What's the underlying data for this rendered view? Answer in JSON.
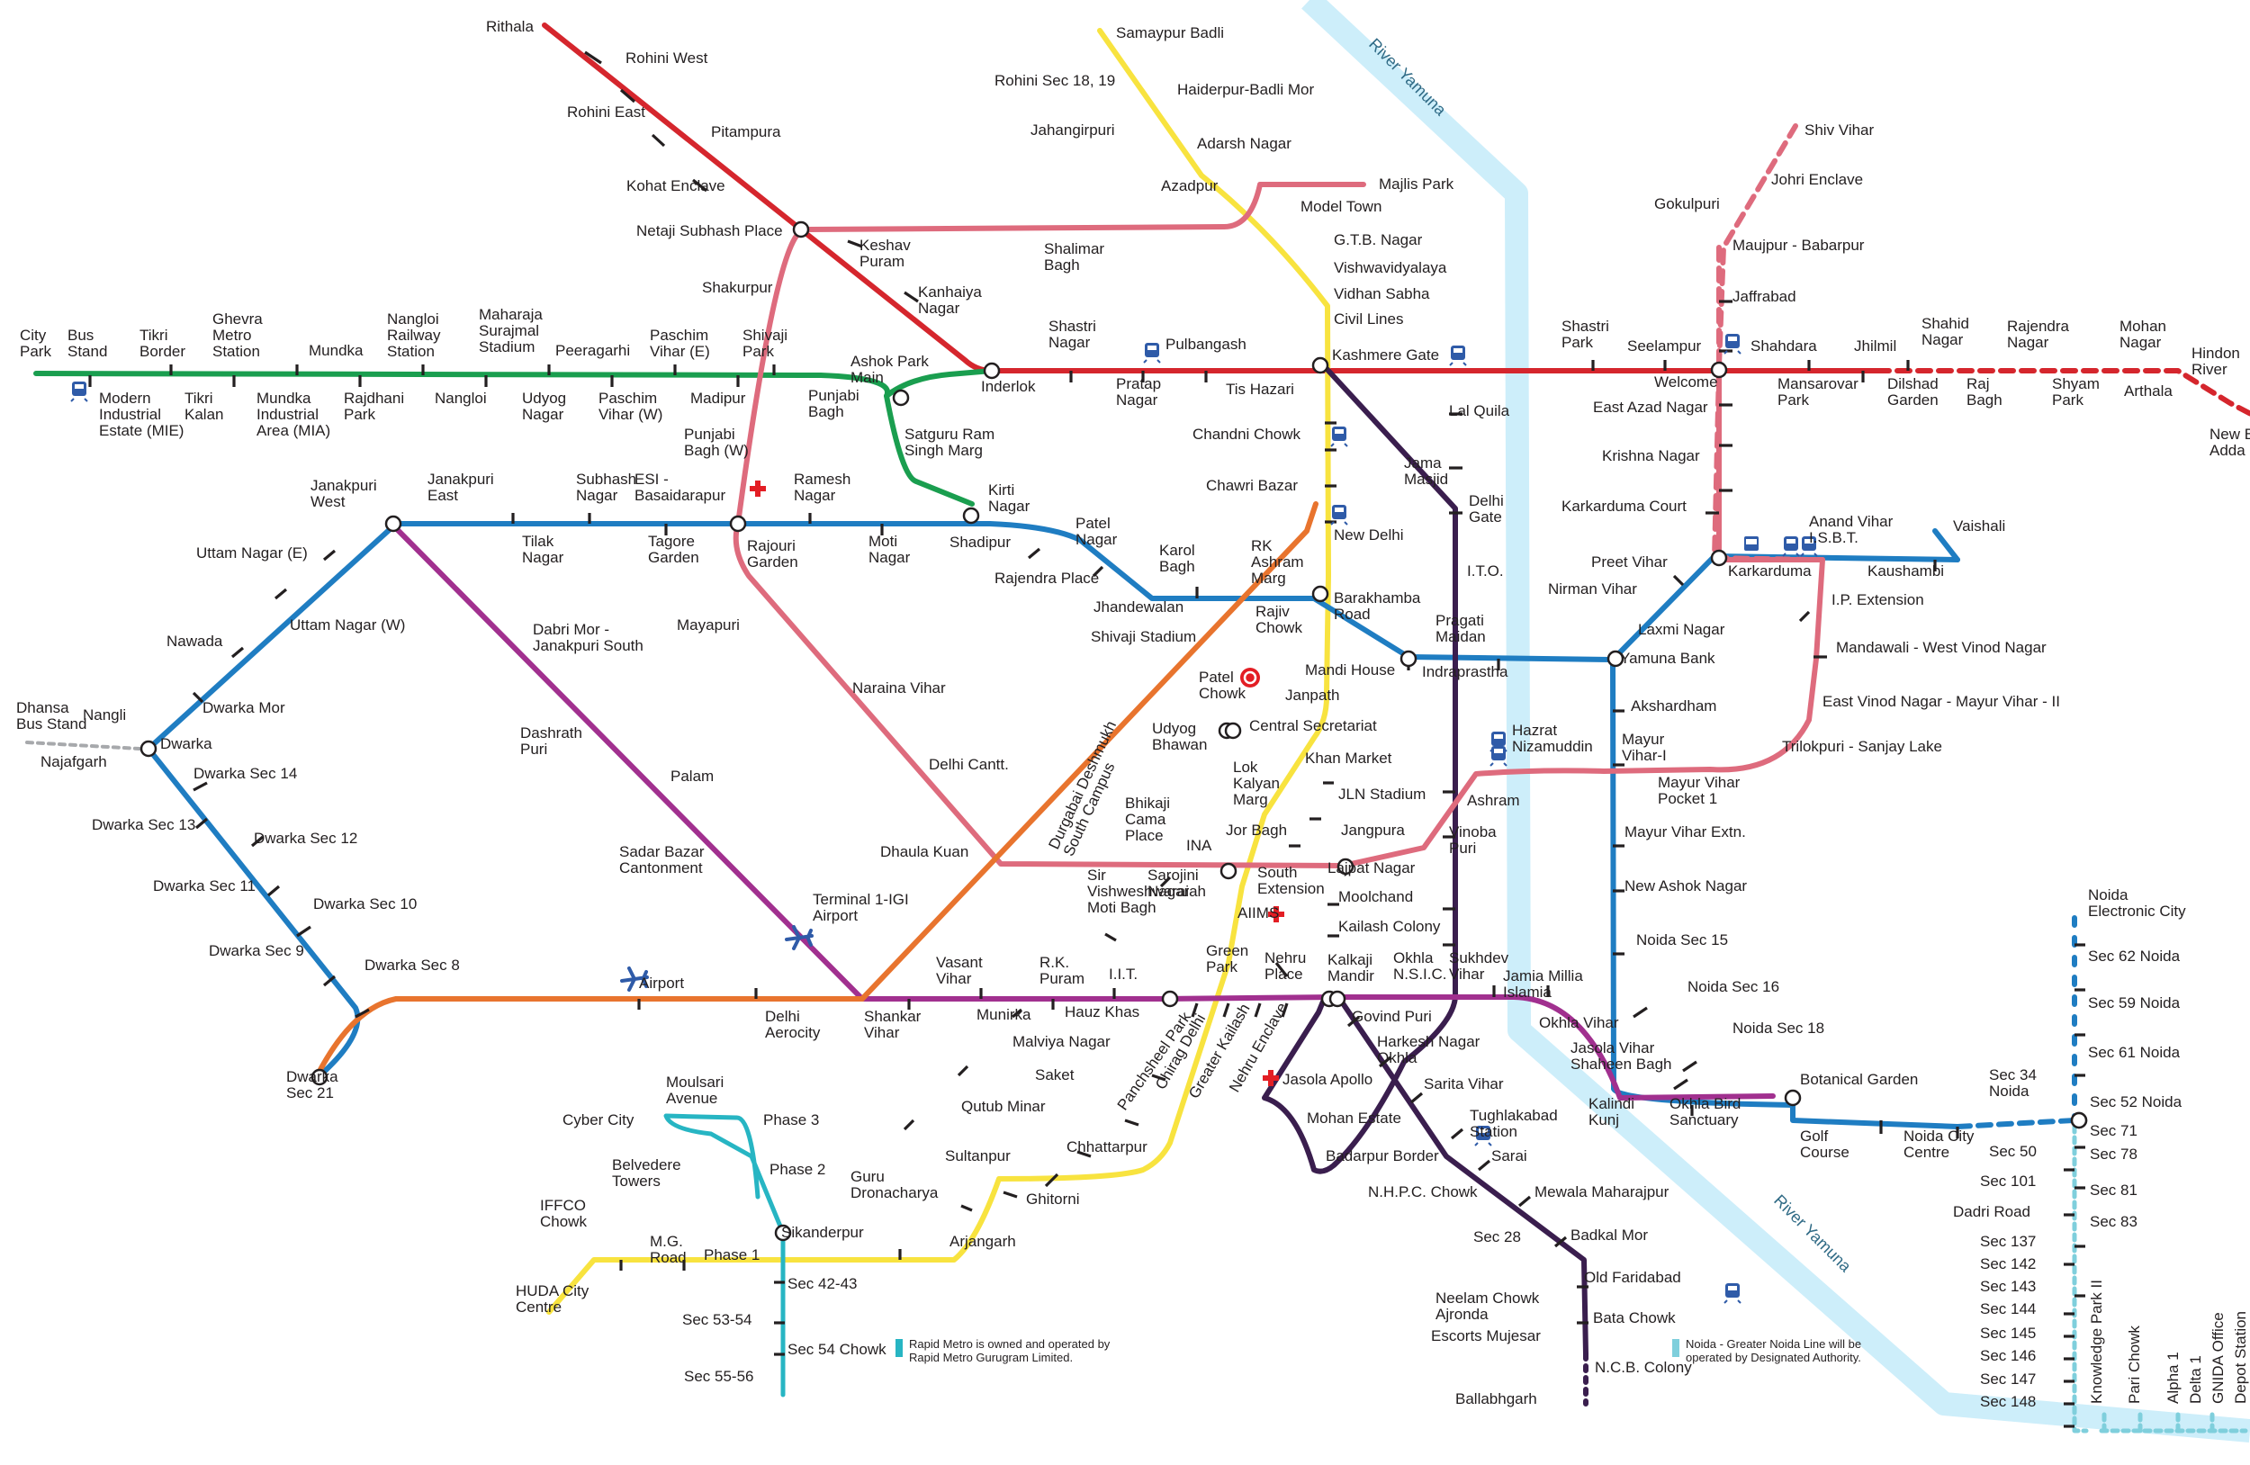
{
  "river": {
    "name": "River Yamuna"
  },
  "colors": {
    "red": "#d5262d",
    "yellow": "#f8e33f",
    "blue": "#1f7dc2",
    "green": "#1a9e4f",
    "violet": "#772d8a",
    "pink": "#de6b7d",
    "magenta": "#a1308f",
    "orange": "#e8742e",
    "aqua": "#27b5c3",
    "grey": "#a7a9ac",
    "midnight": "#3a1e4e",
    "river": "#cdeefa",
    "node": "#ffffff"
  },
  "lines": [
    {
      "id": "red",
      "color": "#d5262d"
    },
    {
      "id": "yellow",
      "color": "#f8e33f"
    },
    {
      "id": "blue",
      "color": "#1f7dc2"
    },
    {
      "id": "blue-branch",
      "color": "#1f7dc2"
    },
    {
      "id": "green",
      "color": "#1a9e4f"
    },
    {
      "id": "violet",
      "color": "#3a1e4e"
    },
    {
      "id": "pink",
      "color": "#de6b7d"
    },
    {
      "id": "magenta",
      "color": "#a1308f"
    },
    {
      "id": "orange",
      "color": "#e8742e"
    },
    {
      "id": "rapid",
      "color": "#27b5c3"
    },
    {
      "id": "grey",
      "color": "#a7a9ac"
    },
    {
      "id": "aqua",
      "color": "#1f7dc2"
    }
  ],
  "labels": [
    {
      "id": "rithala",
      "text": "Rithala"
    },
    {
      "id": "rohini-west",
      "text": "Rohini West"
    },
    {
      "id": "rohini-east",
      "text": "Rohini East"
    },
    {
      "id": "pitampura",
      "text": "Pitampura"
    },
    {
      "id": "kohat-enclave",
      "text": "Kohat Enclave"
    },
    {
      "id": "netaji-subhash-place",
      "text": "Netaji Subhash Place"
    },
    {
      "id": "keshav-puram",
      "text": "Keshav\nPuram"
    },
    {
      "id": "kanhaiya-nagar",
      "text": "Kanhaiya\nNagar"
    },
    {
      "id": "inderlok",
      "text": "Inderlok"
    },
    {
      "id": "shastri-nagar",
      "text": "Shastri\nNagar"
    },
    {
      "id": "pratap-nagar",
      "text": "Pratap\nNagar"
    },
    {
      "id": "pulbangash",
      "text": "Pulbangash"
    },
    {
      "id": "tis-hazari",
      "text": "Tis Hazari"
    },
    {
      "id": "kashmere-gate",
      "text": "Kashmere Gate"
    },
    {
      "id": "shastri-park",
      "text": "Shastri\nPark"
    },
    {
      "id": "seelampur",
      "text": "Seelampur"
    },
    {
      "id": "welcome",
      "text": "Welcome"
    },
    {
      "id": "shahdara",
      "text": "Shahdara"
    },
    {
      "id": "mansarovar-park",
      "text": "Mansarovar\nPark"
    },
    {
      "id": "jhilmil",
      "text": "Jhilmil"
    },
    {
      "id": "dilshad-garden",
      "text": "Dilshad\nGarden"
    },
    {
      "id": "shahid-nagar",
      "text": "Shahid\nNagar"
    },
    {
      "id": "raj-bagh",
      "text": "Raj\nBagh"
    },
    {
      "id": "rajendra-nagar",
      "text": "Rajendra\nNagar"
    },
    {
      "id": "shyam-park",
      "text": "Shyam\nPark"
    },
    {
      "id": "mohan-nagar",
      "text": "Mohan\nNagar"
    },
    {
      "id": "arthala",
      "text": "Arthala"
    },
    {
      "id": "hindon-river",
      "text": "Hindon\nRiver"
    },
    {
      "id": "new-bus-adda",
      "text": "New Bus\nAdda"
    },
    {
      "id": "samaypur-badli",
      "text": "Samaypur Badli"
    },
    {
      "id": "rohini-sec-18-19",
      "text": "Rohini Sec 18, 19"
    },
    {
      "id": "haiderpur-badli-mor",
      "text": "Haiderpur-Badli Mor"
    },
    {
      "id": "jahangirpuri",
      "text": "Jahangirpuri"
    },
    {
      "id": "adarsh-nagar",
      "text": "Adarsh Nagar"
    },
    {
      "id": "azadpur",
      "text": "Azadpur"
    },
    {
      "id": "majlis-park",
      "text": "Majlis Park"
    },
    {
      "id": "model-town",
      "text": "Model Town"
    },
    {
      "id": "gtb-nagar",
      "text": "G.T.B. Nagar"
    },
    {
      "id": "vishwavidyalaya",
      "text": "Vishwavidyalaya"
    },
    {
      "id": "vidhan-sabha",
      "text": "Vidhan Sabha"
    },
    {
      "id": "civil-lines",
      "text": "Civil Lines"
    },
    {
      "id": "shalimar-bagh",
      "text": "Shalimar\nBagh"
    },
    {
      "id": "shakurpur",
      "text": "Shakurpur"
    },
    {
      "id": "ashok-park-main",
      "text": "Ashok Park\nMain"
    },
    {
      "id": "punjabi-bagh",
      "text": "Punjabi\nBagh"
    },
    {
      "id": "satguru-ram-singh-marg",
      "text": "Satguru Ram\nSingh Marg"
    },
    {
      "id": "punjabi-bagh-w",
      "text": "Punjabi\nBagh (W)"
    },
    {
      "id": "city-park",
      "text": "City\nPark"
    },
    {
      "id": "bus-stand",
      "text": "Bus\nStand"
    },
    {
      "id": "modern-industrial-estate",
      "text": "Modern\nIndustrial\nEstate (MIE)"
    },
    {
      "id": "tikri-border",
      "text": "Tikri\nBorder"
    },
    {
      "id": "tikri-kalan",
      "text": "Tikri\nKalan"
    },
    {
      "id": "ghevra-metro-station",
      "text": "Ghevra\nMetro\nStation"
    },
    {
      "id": "mundka-industrial-area",
      "text": "Mundka\nIndustrial\nArea (MIA)"
    },
    {
      "id": "mundka",
      "text": "Mundka"
    },
    {
      "id": "rajdhani-park",
      "text": "Rajdhani\nPark"
    },
    {
      "id": "nangloi-railway-station",
      "text": "Nangloi\nRailway\nStation"
    },
    {
      "id": "nangloi",
      "text": "Nangloi"
    },
    {
      "id": "maharaja-surajmal-stadium",
      "text": "Maharaja\nSurajmal\nStadium"
    },
    {
      "id": "udyog-nagar",
      "text": "Udyog\nNagar"
    },
    {
      "id": "peeragarhi",
      "text": "Peeragarhi"
    },
    {
      "id": "paschim-vihar-w",
      "text": "Paschim\nVihar (W)"
    },
    {
      "id": "paschim-vihar-e",
      "text": "Paschim\nVihar (E)"
    },
    {
      "id": "madipur",
      "text": "Madipur"
    },
    {
      "id": "shivaji-park",
      "text": "Shivaji\nPark"
    },
    {
      "id": "chandni-chowk",
      "text": "Chandni Chowk"
    },
    {
      "id": "chawri-bazar",
      "text": "Chawri Bazar"
    },
    {
      "id": "new-delhi",
      "text": "New Delhi"
    },
    {
      "id": "lal-quila",
      "text": "Lal Quila"
    },
    {
      "id": "jama-masjid",
      "text": "Jama\nMasjid"
    },
    {
      "id": "delhi-gate",
      "text": "Delhi\nGate"
    },
    {
      "id": "ito",
      "text": "I.T.O."
    },
    {
      "id": "east-azad-nagar",
      "text": "East Azad Nagar"
    },
    {
      "id": "krishna-nagar",
      "text": "Krishna Nagar"
    },
    {
      "id": "karkarduma-court",
      "text": "Karkarduma Court"
    },
    {
      "id": "shiv-vihar",
      "text": "Shiv Vihar"
    },
    {
      "id": "johri-enclave",
      "text": "Johri Enclave"
    },
    {
      "id": "gokulpuri",
      "text": "Gokulpuri"
    },
    {
      "id": "maujpur-babarpur",
      "text": "Maujpur - Babarpur"
    },
    {
      "id": "jaffrabad",
      "text": "Jaffrabad"
    },
    {
      "id": "janakpuri-west",
      "text": "Janakpuri\nWest"
    },
    {
      "id": "janakpuri-east",
      "text": "Janakpuri\nEast"
    },
    {
      "id": "tilak-nagar",
      "text": "Tilak\nNagar"
    },
    {
      "id": "subhash-nagar",
      "text": "Subhash\nNagar"
    },
    {
      "id": "tagore-garden",
      "text": "Tagore\nGarden"
    },
    {
      "id": "esi-basaidarapur",
      "text": "ESI -\nBasaidarapur"
    },
    {
      "id": "rajouri-garden",
      "text": "Rajouri\nGarden"
    },
    {
      "id": "ramesh-nagar",
      "text": "Ramesh\nNagar"
    },
    {
      "id": "moti-nagar",
      "text": "Moti\nNagar"
    },
    {
      "id": "kirti-nagar",
      "text": "Kirti\nNagar"
    },
    {
      "id": "shadipur",
      "text": "Shadipur"
    },
    {
      "id": "patel-nagar",
      "text": "Patel\nNagar"
    },
    {
      "id": "rajendra-place",
      "text": "Rajendra Place"
    },
    {
      "id": "karol-bagh",
      "text": "Karol\nBagh"
    },
    {
      "id": "rk-ashram-marg",
      "text": "RK\nAshram\nMarg"
    },
    {
      "id": "jhandewalan",
      "text": "Jhandewalan"
    },
    {
      "id": "barakhamba-road",
      "text": "Barakhamba\nRoad"
    },
    {
      "id": "rajiv-chowk",
      "text": "Rajiv\nChowk"
    },
    {
      "id": "shivaji-stadium",
      "text": "Shivaji Stadium"
    },
    {
      "id": "mandi-house",
      "text": "Mandi House"
    },
    {
      "id": "pragati-maidan",
      "text": "Pragati\nMaidan"
    },
    {
      "id": "indraprastha",
      "text": "Indraprastha"
    },
    {
      "id": "yamuna-bank",
      "text": "Yamuna Bank"
    },
    {
      "id": "preet-vihar",
      "text": "Preet Vihar"
    },
    {
      "id": "nirman-vihar",
      "text": "Nirman Vihar"
    },
    {
      "id": "laxmi-nagar",
      "text": "Laxmi Nagar"
    },
    {
      "id": "karkarduma",
      "text": "Karkarduma"
    },
    {
      "id": "anand-vihar-isbt",
      "text": "Anand Vihar\nI.S.B.T."
    },
    {
      "id": "kaushambi",
      "text": "Kaushambi"
    },
    {
      "id": "vaishali",
      "text": "Vaishali"
    },
    {
      "id": "ip-extension",
      "text": "I.P. Extension"
    },
    {
      "id": "mandawali-west-vinod-nagar",
      "text": "Mandawali - West Vinod Nagar"
    },
    {
      "id": "east-vinod-nagar",
      "text": "East Vinod Nagar - Mayur Vihar - II"
    },
    {
      "id": "trilokpuri-sanjay-lake",
      "text": "Trilokpuri - Sanjay Lake"
    },
    {
      "id": "uttam-nagar-e",
      "text": "Uttam Nagar (E)"
    },
    {
      "id": "uttam-nagar-w",
      "text": "Uttam Nagar (W)"
    },
    {
      "id": "nawada",
      "text": "Nawada"
    },
    {
      "id": "dwarka-mor",
      "text": "Dwarka Mor"
    },
    {
      "id": "dwarka",
      "text": "Dwarka"
    },
    {
      "id": "dhansa-bus-stand",
      "text": "Dhansa\nBus Stand"
    },
    {
      "id": "nangli",
      "text": "Nangli"
    },
    {
      "id": "najafgarh",
      "text": "Najafgarh"
    },
    {
      "id": "dwarka-sec-14",
      "text": "Dwarka Sec 14"
    },
    {
      "id": "dwarka-sec-13",
      "text": "Dwarka Sec 13"
    },
    {
      "id": "dwarka-sec-12",
      "text": "Dwarka Sec 12"
    },
    {
      "id": "dwarka-sec-11",
      "text": "Dwarka Sec 11"
    },
    {
      "id": "dwarka-sec-10",
      "text": "Dwarka Sec 10"
    },
    {
      "id": "dwarka-sec-9",
      "text": "Dwarka Sec 9"
    },
    {
      "id": "dwarka-sec-8",
      "text": "Dwarka Sec 8"
    },
    {
      "id": "dwarka-sec-21",
      "text": "Dwarka\nSec 21"
    },
    {
      "id": "airport",
      "text": "Airport"
    },
    {
      "id": "delhi-aerocity",
      "text": "Delhi\nAerocity"
    },
    {
      "id": "dhaula-kuan",
      "text": "Dhaula Kuan"
    },
    {
      "id": "durgabai-deshmukh",
      "text": "Durgabai Deshmukh\nSouth Campus"
    },
    {
      "id": "dabri-mor",
      "text": "Dabri Mor -\nJanakpuri South"
    },
    {
      "id": "dashrath-puri",
      "text": "Dashrath\nPuri"
    },
    {
      "id": "palam",
      "text": "Palam"
    },
    {
      "id": "sadar-bazar-cantonment",
      "text": "Sadar Bazar\nCantonment"
    },
    {
      "id": "terminal-1-igi",
      "text": "Terminal 1-IGI\nAirport"
    },
    {
      "id": "mayapuri",
      "text": "Mayapuri"
    },
    {
      "id": "naraina-vihar",
      "text": "Naraina Vihar"
    },
    {
      "id": "delhi-cantt",
      "text": "Delhi Cantt."
    },
    {
      "id": "shankar-vihar",
      "text": "Shankar\nVihar"
    },
    {
      "id": "vasant-vihar",
      "text": "Vasant\nVihar"
    },
    {
      "id": "munirka",
      "text": "Munirka"
    },
    {
      "id": "rk-puram",
      "text": "R.K.\nPuram"
    },
    {
      "id": "iit",
      "text": "I.I.T."
    },
    {
      "id": "hauz-khas",
      "text": "Hauz Khas"
    },
    {
      "id": "patel-chowk",
      "text": "Patel\nChowk"
    },
    {
      "id": "janpath",
      "text": "Janpath"
    },
    {
      "id": "central-secretariat",
      "text": "Central Secretariat"
    },
    {
      "id": "udyog-bhawan",
      "text": "Udyog\nBhawan"
    },
    {
      "id": "khan-market",
      "text": "Khan Market"
    },
    {
      "id": "lok-kalyan-marg",
      "text": "Lok\nKalyan\nMarg"
    },
    {
      "id": "jln-stadium",
      "text": "JLN Stadium"
    },
    {
      "id": "jor-bagh",
      "text": "Jor Bagh"
    },
    {
      "id": "jangpura",
      "text": "Jangpura"
    },
    {
      "id": "bhikaji-cama-place",
      "text": "Bhikaji\nCama\nPlace"
    },
    {
      "id": "ina",
      "text": "INA"
    },
    {
      "id": "sir-vishweshwaraiah",
      "text": "Sir\nVishweshwaraiah\nMoti Bagh"
    },
    {
      "id": "sarojini-nagar",
      "text": "Sarojini\nNagar"
    },
    {
      "id": "south-extension",
      "text": "South\nExtension"
    },
    {
      "id": "lajpat-nagar",
      "text": "Lajpat Nagar"
    },
    {
      "id": "aiims",
      "text": "AIIMS"
    },
    {
      "id": "moolchand",
      "text": "Moolchand"
    },
    {
      "id": "kailash-colony",
      "text": "Kailash Colony"
    },
    {
      "id": "green-park",
      "text": "Green\nPark"
    },
    {
      "id": "nehru-place",
      "text": "Nehru\nPlace"
    },
    {
      "id": "kalkaji-mandir",
      "text": "Kalkaji\nMandir"
    },
    {
      "id": "okhla-nsic",
      "text": "Okhla\nN.S.I.C."
    },
    {
      "id": "sukhdev-vihar",
      "text": "Sukhdev\nVihar"
    },
    {
      "id": "jamia-millia-islamia",
      "text": "Jamia Millia\nIslamia"
    },
    {
      "id": "okhla-vihar",
      "text": "Okhla Vihar"
    },
    {
      "id": "jasola-vihar",
      "text": "Jasola Vihar\nShaheen Bagh"
    },
    {
      "id": "kalindi-kunj",
      "text": "Kalindi\nKunj"
    },
    {
      "id": "okhla-bird-sanctuary",
      "text": "Okhla Bird\nSanctuary"
    },
    {
      "id": "botanical-garden",
      "text": "Botanical Garden"
    },
    {
      "id": "hazrat-nizamuddin",
      "text": "Hazrat\nNizamuddin"
    },
    {
      "id": "ashram",
      "text": "Ashram"
    },
    {
      "id": "vinoba-puri",
      "text": "Vinoba\nPuri"
    },
    {
      "id": "akshardham",
      "text": "Akshardham"
    },
    {
      "id": "mayur-vihar-i",
      "text": "Mayur\nVihar-I"
    },
    {
      "id": "mayur-vihar-pocket-1",
      "text": "Mayur Vihar\nPocket 1"
    },
    {
      "id": "mayur-vihar-extn",
      "text": "Mayur Vihar Extn."
    },
    {
      "id": "new-ashok-nagar",
      "text": "New Ashok Nagar"
    },
    {
      "id": "noida-sec-15",
      "text": "Noida Sec 15"
    },
    {
      "id": "noida-sec-16",
      "text": "Noida Sec 16"
    },
    {
      "id": "noida-sec-18",
      "text": "Noida Sec 18"
    },
    {
      "id": "golf-course",
      "text": "Golf\nCourse"
    },
    {
      "id": "noida-city-centre",
      "text": "Noida City\nCentre"
    },
    {
      "id": "sec-34-noida",
      "text": "Sec 34\nNoida"
    },
    {
      "id": "sec-52-noida",
      "text": "Sec 52 Noida"
    },
    {
      "id": "sec-61-noida",
      "text": "Sec 61 Noida"
    },
    {
      "id": "sec-59-noida",
      "text": "Sec 59 Noida"
    },
    {
      "id": "sec-62-noida",
      "text": "Sec 62 Noida"
    },
    {
      "id": "noida-electronic-city",
      "text": "Noida\nElectronic City"
    },
    {
      "id": "malviya-nagar",
      "text": "Malviya Nagar"
    },
    {
      "id": "saket",
      "text": "Saket"
    },
    {
      "id": "qutub-minar",
      "text": "Qutub Minar"
    },
    {
      "id": "chhattarpur",
      "text": "Chhattarpur"
    },
    {
      "id": "sultanpur",
      "text": "Sultanpur"
    },
    {
      "id": "ghitorni",
      "text": "Ghitorni"
    },
    {
      "id": "arjangarh",
      "text": "Arjangarh"
    },
    {
      "id": "guru-dronacharya",
      "text": "Guru\nDronacharya"
    },
    {
      "id": "panchsheel-park",
      "text": "Panchsheel Park"
    },
    {
      "id": "chirag-delhi",
      "text": "Chirag Delhi"
    },
    {
      "id": "greater-kailash",
      "text": "Greater Kailash"
    },
    {
      "id": "nehru-enclave",
      "text": "Nehru Enclave"
    },
    {
      "id": "jasola-apollo",
      "text": "Jasola Apollo"
    },
    {
      "id": "govind-puri",
      "text": "Govind Puri"
    },
    {
      "id": "harkesh-nagar-okhla",
      "text": "Harkesh Nagar\nOkhla"
    },
    {
      "id": "sarita-vihar",
      "text": "Sarita Vihar"
    },
    {
      "id": "mohan-estate",
      "text": "Mohan Estate"
    },
    {
      "id": "tughlakabad-station",
      "text": "Tughlakabad\nStation"
    },
    {
      "id": "badarpur-border",
      "text": "Badarpur Border"
    },
    {
      "id": "sarai",
      "text": "Sarai"
    },
    {
      "id": "nhpc-chowk",
      "text": "N.H.P.C. Chowk"
    },
    {
      "id": "mewala-maharajpur",
      "text": "Mewala Maharajpur"
    },
    {
      "id": "sec-28",
      "text": "Sec 28"
    },
    {
      "id": "badkal-mor",
      "text": "Badkal Mor"
    },
    {
      "id": "old-faridabad",
      "text": "Old Faridabad"
    },
    {
      "id": "neelam-chowk-ajronda",
      "text": "Neelam Chowk\nAjronda"
    },
    {
      "id": "bata-chowk",
      "text": "Bata Chowk"
    },
    {
      "id": "escorts-mujesar",
      "text": "Escorts Mujesar"
    },
    {
      "id": "ncb-colony",
      "text": "N.C.B. Colony"
    },
    {
      "id": "ballabhgarh",
      "text": "Ballabhgarh"
    },
    {
      "id": "moulsari-avenue",
      "text": "Moulsari\nAvenue"
    },
    {
      "id": "cyber-city",
      "text": "Cyber City"
    },
    {
      "id": "phase-3",
      "text": "Phase 3"
    },
    {
      "id": "belvedere-towers",
      "text": "Belvedere\nTowers"
    },
    {
      "id": "phase-2",
      "text": "Phase 2"
    },
    {
      "id": "iffco-chowk",
      "text": "IFFCO\nChowk"
    },
    {
      "id": "mg-road",
      "text": "M.G.\nRoad"
    },
    {
      "id": "sikanderpur",
      "text": "Sikanderpur"
    },
    {
      "id": "phase-1",
      "text": "Phase 1"
    },
    {
      "id": "huda-city-centre",
      "text": "HUDA City\nCentre"
    },
    {
      "id": "sec-42-43",
      "text": "Sec 42-43"
    },
    {
      "id": "sec-53-54",
      "text": "Sec 53-54"
    },
    {
      "id": "sec-54-chowk",
      "text": "Sec 54 Chowk"
    },
    {
      "id": "sec-55-56",
      "text": "Sec 55-56"
    },
    {
      "id": "sec-71",
      "text": "Sec 71"
    },
    {
      "id": "sec-50",
      "text": "Sec 50"
    },
    {
      "id": "sec-78",
      "text": "Sec 78"
    },
    {
      "id": "sec-101",
      "text": "Sec 101"
    },
    {
      "id": "sec-81",
      "text": "Sec 81"
    },
    {
      "id": "dadri-road",
      "text": "Dadri Road"
    },
    {
      "id": "sec-83",
      "text": "Sec 83"
    },
    {
      "id": "sec-137",
      "text": "Sec 137"
    },
    {
      "id": "sec-142",
      "text": "Sec 142"
    },
    {
      "id": "sec-143",
      "text": "Sec 143"
    },
    {
      "id": "sec-144",
      "text": "Sec 144"
    },
    {
      "id": "sec-145",
      "text": "Sec 145"
    },
    {
      "id": "sec-146",
      "text": "Sec 146"
    },
    {
      "id": "sec-147",
      "text": "Sec 147"
    },
    {
      "id": "sec-148",
      "text": "Sec 148"
    },
    {
      "id": "knowledge-park-ii",
      "text": "Knowledge Park II"
    },
    {
      "id": "pari-chowk",
      "text": "Pari Chowk"
    },
    {
      "id": "alpha-1",
      "text": "Alpha 1"
    },
    {
      "id": "delta-1",
      "text": "Delta 1"
    },
    {
      "id": "gnida-office",
      "text": "GNIDA Office"
    },
    {
      "id": "depot-station",
      "text": "Depot Station"
    }
  ],
  "notes": [
    {
      "id": "rapid-metro-note",
      "text": "Rapid Metro is owned and operated by\nRapid Metro Gurugram Limited.",
      "swatch": "#27b5c3"
    },
    {
      "id": "noida-note",
      "text": "Noida - Greater Noida Line will be\noperated by Designated Authority.",
      "swatch": "#7fcfdc"
    }
  ]
}
